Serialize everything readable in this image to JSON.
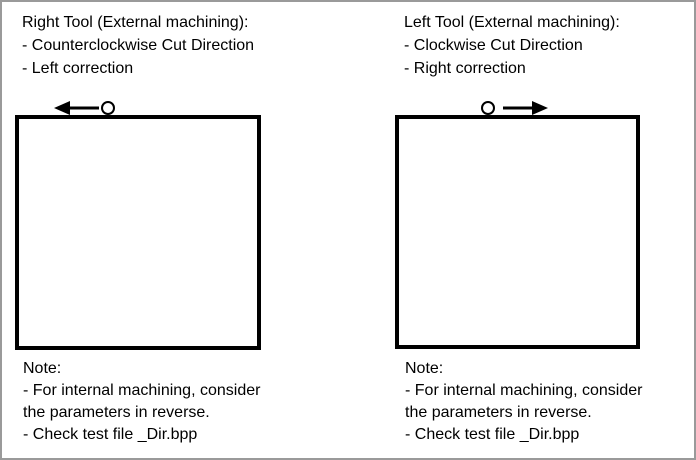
{
  "canvas": {
    "background": "#ffffff",
    "frame_border_color": "#9a9a9a",
    "ink_color": "#000000"
  },
  "panels": [
    {
      "id": "right-tool",
      "title": "Right Tool (External machining):",
      "bullets": [
        "- Counterclockwise Cut Direction",
        "- Left correction"
      ],
      "tool_direction": "left",
      "icons": {
        "direction_arrow": "left-arrow-icon",
        "tool_marker": "circle-icon"
      },
      "note": {
        "title": "Note:",
        "lines": [
          "- For internal machining, consider",
          "the parameters in reverse.",
          "- Check test file _Dir.bpp"
        ]
      }
    },
    {
      "id": "left-tool",
      "title": "Left Tool (External machining):",
      "bullets": [
        "- Clockwise Cut Direction",
        "- Right correction"
      ],
      "tool_direction": "right",
      "icons": {
        "direction_arrow": "right-arrow-icon",
        "tool_marker": "circle-icon"
      },
      "note": {
        "title": "Note:",
        "lines": [
          "- For internal machining, consider",
          "the parameters in reverse.",
          "- Check test file _Dir.bpp"
        ]
      }
    }
  ]
}
